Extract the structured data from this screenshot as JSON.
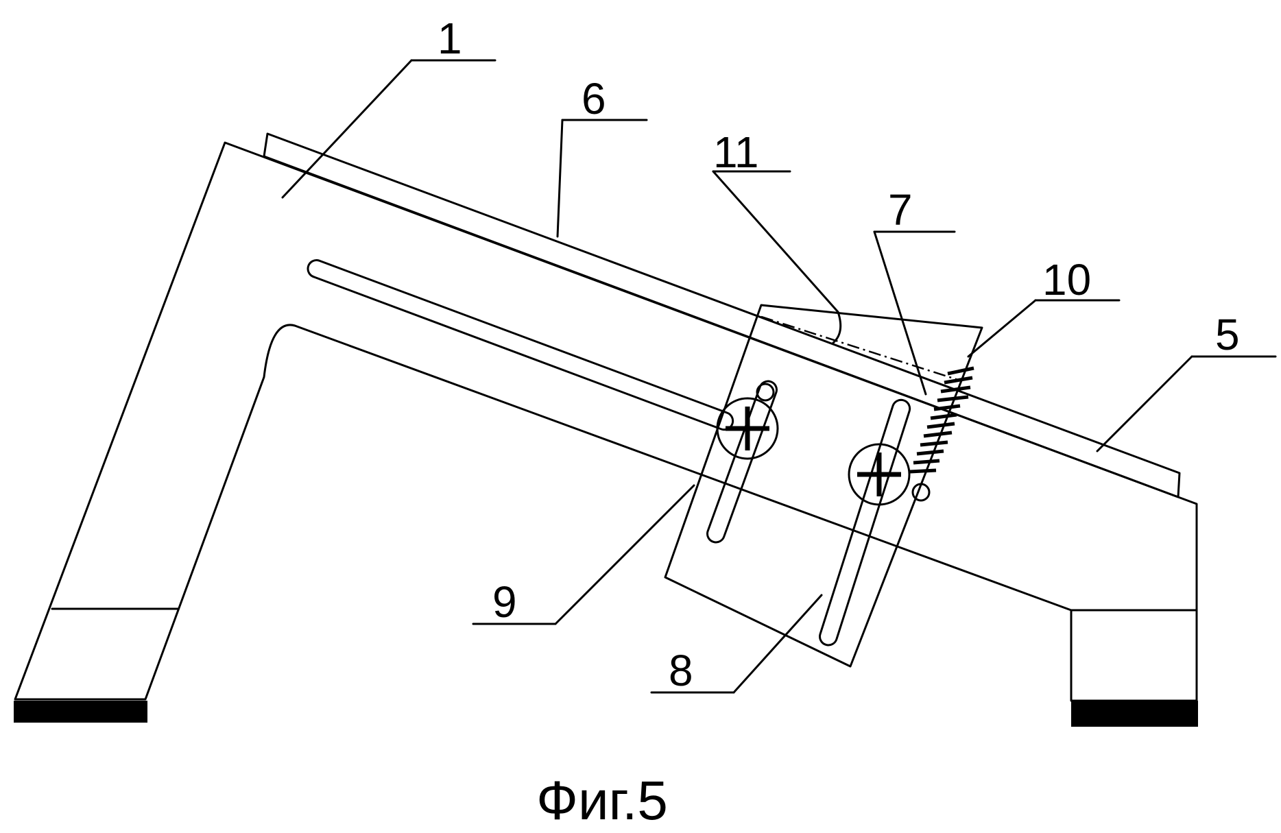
{
  "figure": {
    "caption": "Фиг.5",
    "labels": {
      "l1": "1",
      "l5": "5",
      "l6": "6",
      "l7": "7",
      "l8": "8",
      "l9": "9",
      "l10": "10",
      "l11": "11"
    }
  },
  "colors": {
    "stroke": "#000000",
    "background": "#ffffff"
  }
}
